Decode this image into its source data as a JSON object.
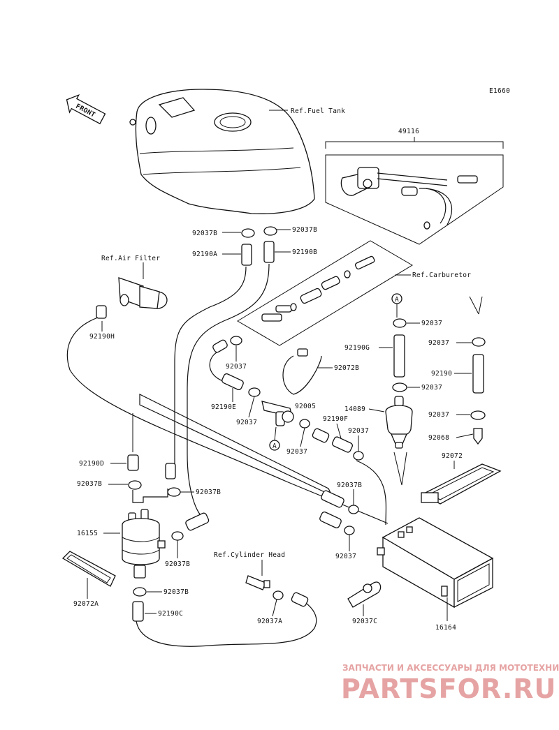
{
  "diagram_code": "E1660",
  "front_label": "FRONT",
  "refs": {
    "fuel_tank": "Ref.Fuel Tank",
    "air_filter": "Ref.Air Filter",
    "carburetor": "Ref.Carburetor",
    "cylinder_head": "Ref.Cylinder Head"
  },
  "part_numbers": {
    "p49116": "49116",
    "p92037B_a": "92037B",
    "p92037B_b": "92037B",
    "p92190A": "92190A",
    "p92190B": "92190B",
    "p92190H": "92190H",
    "p92037_a": "92037",
    "p92072B": "92072B",
    "p92190E": "92190E",
    "p92037_b": "92037",
    "p92005": "92005",
    "p92037_c": "92037",
    "p92190F": "92190F",
    "p92037_d": "92037",
    "p92190G": "92190G",
    "p92037_e": "92037",
    "p92037_f": "92037",
    "p92190": "92190",
    "p14089": "14089",
    "p92037_g": "92037",
    "p92037_h": "92037",
    "p92068": "92068",
    "p92190D": "92190D",
    "p92072": "92072",
    "p92037B_c": "92037B",
    "p92037B_d": "92037B",
    "p16155": "16155",
    "p92037B_e": "92037B",
    "p92037B_f": "92037B",
    "p92037_i": "92037",
    "p92072A": "92072A",
    "p92037B_g": "92037B",
    "p92190C": "92190C",
    "p92037A": "92037A",
    "p92037C": "92037C",
    "p16164": "16164"
  },
  "callout_A_top": "A",
  "callout_A_bottom": "A",
  "watermark": {
    "line1": "ЗАПЧАСТИ И АКСЕССУАРЫ ДЛЯ МОТОТЕХНИКИ",
    "line2": "PARTSFOR.RU"
  }
}
